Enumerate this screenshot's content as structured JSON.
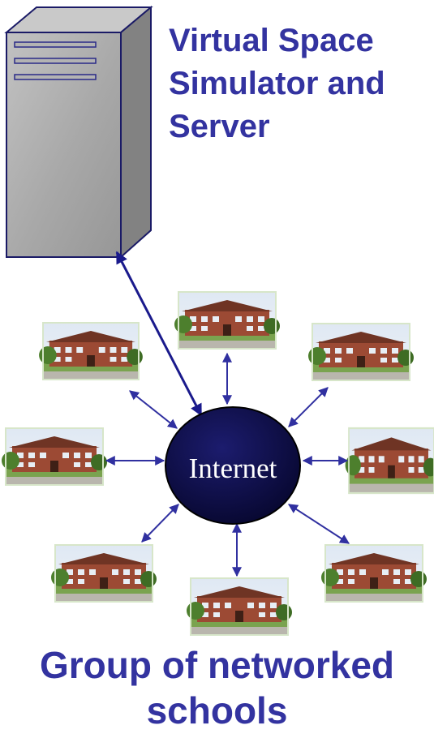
{
  "server": {
    "title_lines": [
      "Virtual Space",
      "Simulator and",
      "Server"
    ]
  },
  "network": {
    "hub_label": "Internet"
  },
  "caption": {
    "lines": [
      "Group of networked",
      "schools"
    ]
  },
  "colors": {
    "text": "#3333a0",
    "arrow": "#3030a0",
    "server_link": "#1a1a8c",
    "hub_fill": "#0a0a4a",
    "server_body": "#a6a6a6"
  },
  "school_photos": [
    "school-photo-top-left",
    "school-photo-top-center",
    "school-photo-top-right",
    "school-photo-mid-left",
    "school-photo-mid-right",
    "school-photo-bottom-left",
    "school-photo-bottom-center",
    "school-photo-bottom-right"
  ]
}
